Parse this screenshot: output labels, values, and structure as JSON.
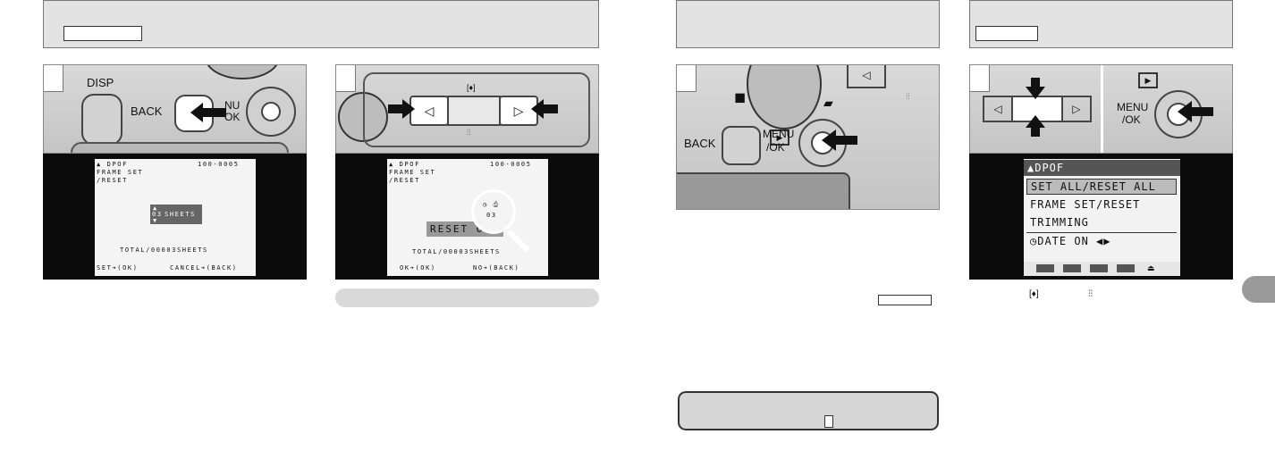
{
  "panel_a": {
    "step": "",
    "labels": {
      "disp": "DISP",
      "back": "BACK",
      "menu_partial": "NU",
      "ok_partial": "OK"
    },
    "screen": {
      "mode": "DPOF",
      "frame": "100-0005",
      "line2": "FRAME SET",
      "line3": "/RESET",
      "count": "03",
      "unit": "SHEETS",
      "total": "TOTAL/00003SHEETS",
      "set": "SET",
      "set_key": "(OK)",
      "cancel": "CANCEL",
      "cancel_key": "(BACK)"
    }
  },
  "panel_b": {
    "step": "",
    "screen": {
      "mode": "DPOF",
      "frame": "100-0005",
      "line2": "FRAME SET",
      "line3": "/RESET",
      "prompt": "RESET OK?",
      "total": "TOTAL/00003SHEETS",
      "ok": "OK",
      "ok_key": "(OK)",
      "no": "NO",
      "no_key": "(BACK)",
      "magnified_count": "03"
    }
  },
  "panel_c": {
    "step": "",
    "labels": {
      "back": "BACK",
      "menu": "MENU",
      "ok": "/OK"
    }
  },
  "panel_d": {
    "step": "",
    "labels": {
      "menu": "MENU",
      "ok": "/OK"
    },
    "menu": {
      "title": "DPOF",
      "items": [
        "SET ALL/RESET ALL",
        "FRAME SET/RESET",
        "TRIMMING",
        "DATE ON"
      ]
    }
  }
}
